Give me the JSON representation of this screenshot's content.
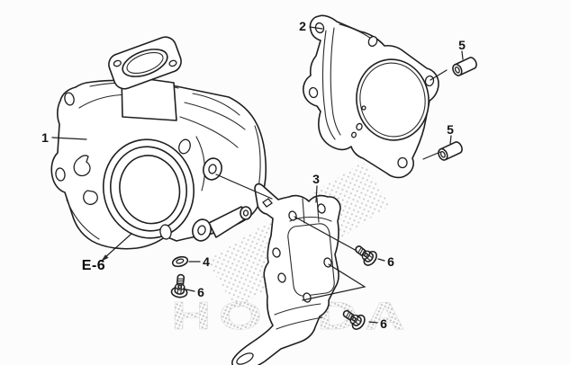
{
  "diagram": {
    "reference_label": "E-6",
    "watermark": "HONDA",
    "colors": {
      "background": "#fcfcfc",
      "line": "#1f1f1f",
      "halftone_dots": "#c9c9c9",
      "watermark_text": "#cfcfcf"
    },
    "callouts": [
      {
        "label": "1",
        "part": "cylinder"
      },
      {
        "label": "2",
        "part": "cylinder-head-gasket"
      },
      {
        "label": "3",
        "part": "engine-hanger-bracket"
      },
      {
        "label": "4",
        "part": "washer"
      },
      {
        "label": "5",
        "part": "dowel-pin-upper"
      },
      {
        "label": "5",
        "part": "dowel-pin-lower"
      },
      {
        "label": "6",
        "part": "flange-bolt-left"
      },
      {
        "label": "6",
        "part": "flange-bolt-upper-right"
      },
      {
        "label": "6",
        "part": "flange-bolt-lower-right"
      }
    ]
  }
}
